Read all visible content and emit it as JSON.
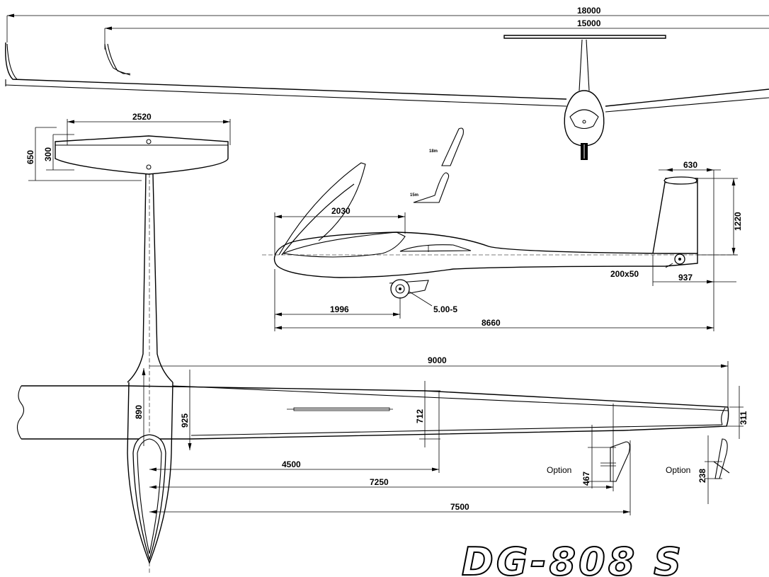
{
  "title": "DG-808 S",
  "dimensions": {
    "span_18m": "18000",
    "span_15m": "15000",
    "tailplane_span": "2520",
    "tail_chord_650": "650",
    "tail_chord_300": "300",
    "fin_chord_top": "630",
    "fin_height": "1220",
    "canopy_length": "2030",
    "wheel_position": "1996",
    "wheel_size": "5.00-5",
    "tailwheel_size": "200x50",
    "tail_offset": "937",
    "fuselage_length": "8660",
    "half_span_15m": "9000",
    "root_chord_890": "890",
    "root_chord_925": "925",
    "chord_712": "712",
    "tip_chord_311": "311",
    "station_4500": "4500",
    "station_7250": "7250",
    "station_7500": "7500",
    "winglet_15m_height": "467",
    "winglet_18m_height": "238"
  },
  "labels": {
    "option_1": "Option",
    "option_2": "Option",
    "winglet_18m": "18m",
    "winglet_15m": "15m"
  }
}
